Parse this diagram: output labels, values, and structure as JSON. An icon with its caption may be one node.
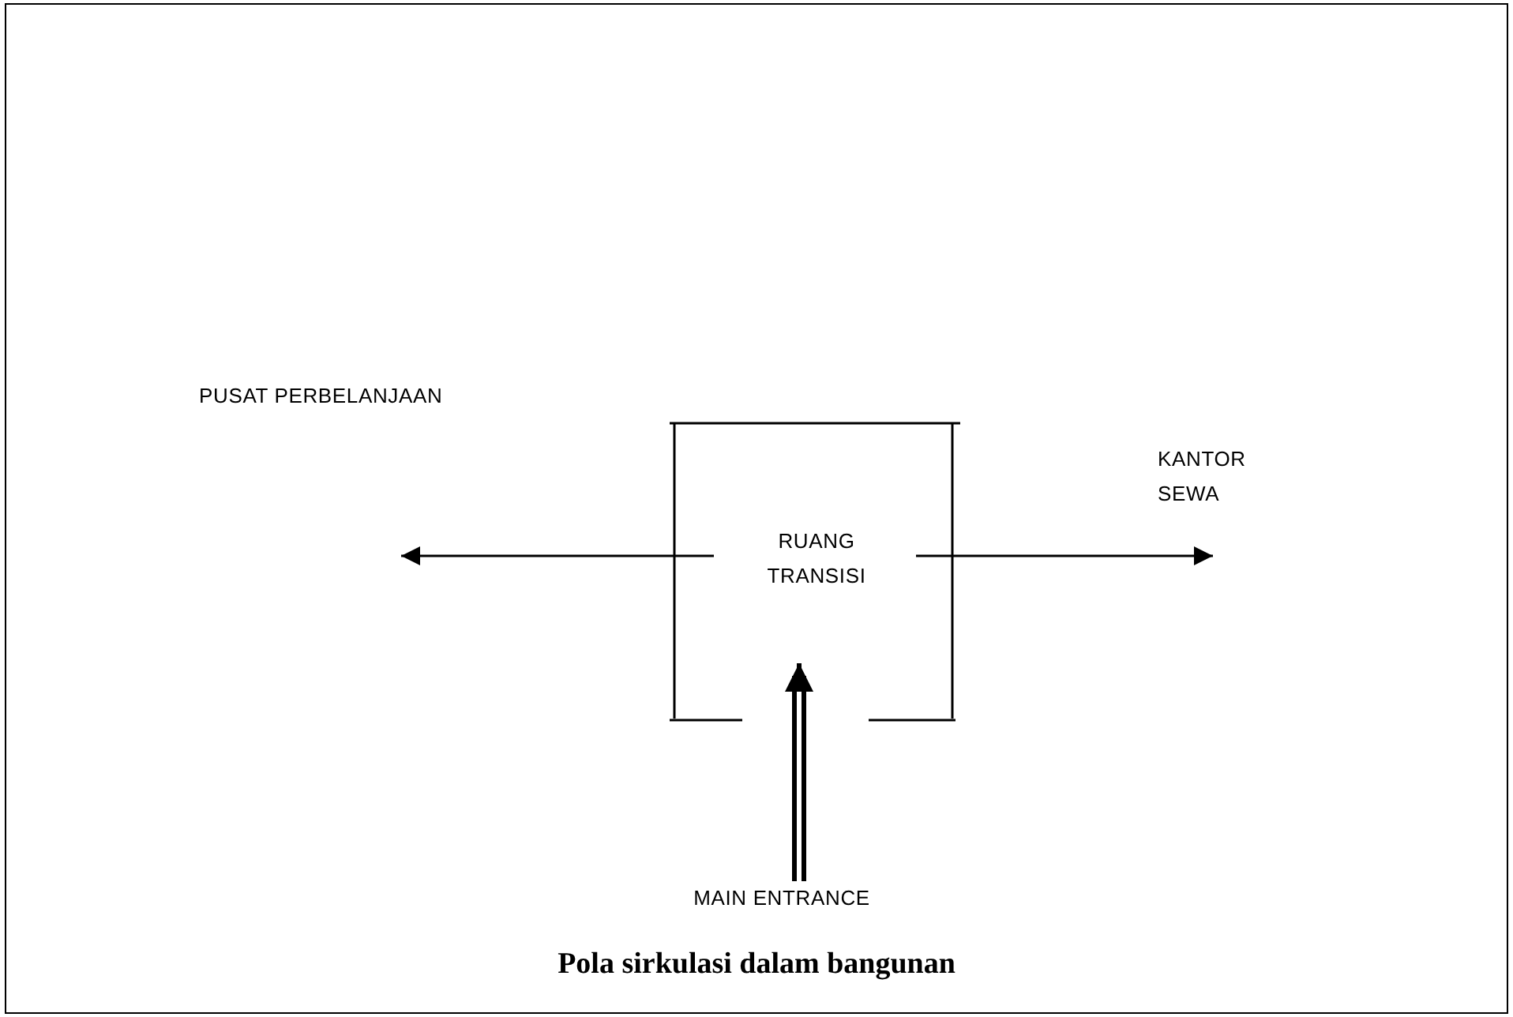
{
  "diagram": {
    "caption": "Pola sirkulasi dalam bangunan",
    "nodes": [
      {
        "text": [
          "RUANG TRANSISI"
        ]
      },
      {
        "text": [
          "MAIN ENTRANCE"
        ]
      }
    ],
    "edges": [
      {
        "from": 0,
        "to": null,
        "arrow": "to"
      },
      {
        "from": 0,
        "to": null,
        "arrow": "to"
      },
      {
        "from": 1,
        "to": 0,
        "arrow": "to",
        "style": "thick"
      }
    ],
    "labels": [
      "PUSAT PERBELANJAAN",
      "KANTOR SEWA"
    ]
  }
}
